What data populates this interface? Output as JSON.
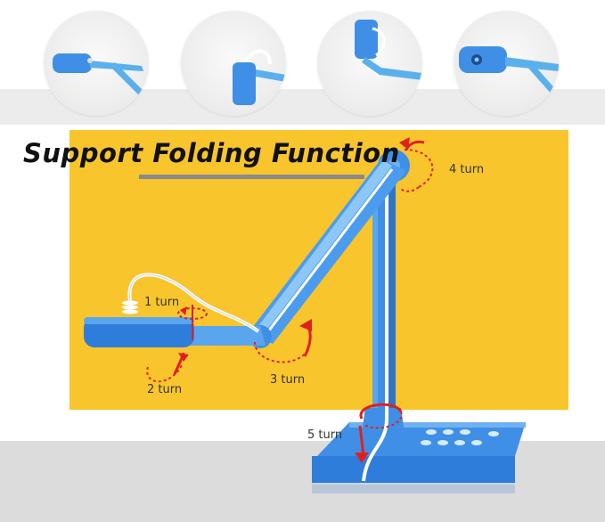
{
  "headline": "Support Folding Function",
  "turns": {
    "t1": "1 turn",
    "t2": "2 turn",
    "t3": "3 turn",
    "t4": "4 turn",
    "t5": "5 turn"
  },
  "colors": {
    "panel": "#f9c52c",
    "device_blue": "#3f8fe6",
    "arrow_red": "#e02020"
  },
  "thumbnails": [
    {
      "name": "folded-head-flat"
    },
    {
      "name": "folded-head-cable"
    },
    {
      "name": "head-raised"
    },
    {
      "name": "head-lens-view"
    }
  ]
}
